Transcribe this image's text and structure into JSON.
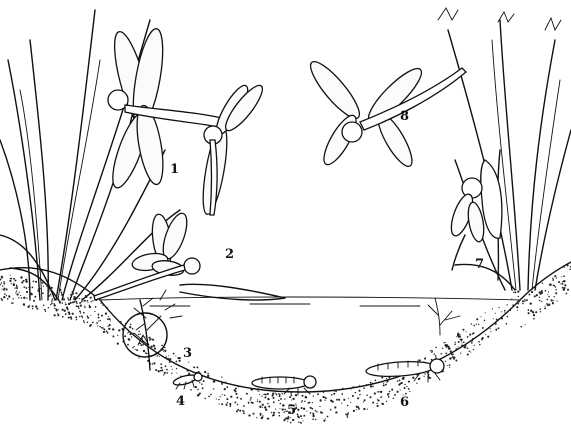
{
  "diagram": {
    "palette": {
      "ink": "#111111",
      "paper": "#ffffff",
      "sediment": "#222222"
    },
    "labels": [
      {
        "id": "1",
        "text": "1"
      },
      {
        "id": "2",
        "text": "2"
      },
      {
        "id": "3",
        "text": "3"
      },
      {
        "id": "4",
        "text": "4"
      },
      {
        "id": "5",
        "text": "5"
      },
      {
        "id": "6",
        "text": "6"
      },
      {
        "id": "7",
        "text": "7"
      },
      {
        "id": "8",
        "text": "8"
      }
    ]
  }
}
